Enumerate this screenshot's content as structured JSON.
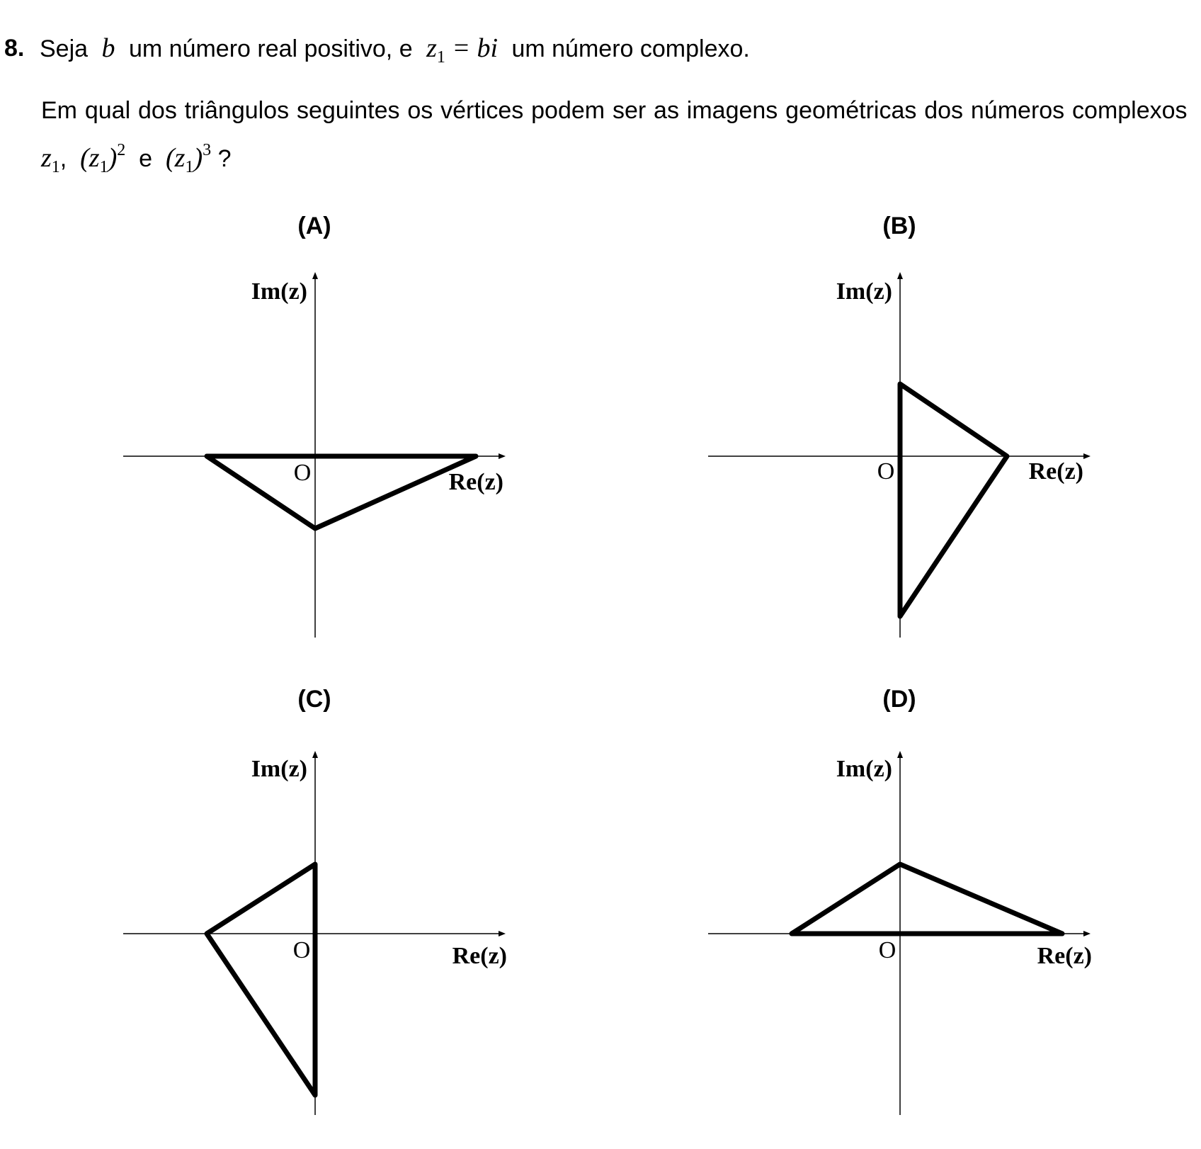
{
  "question": {
    "number": "8.",
    "line1_part1": "Seja",
    "var_b": "b",
    "line1_part2": "um número real positivo, e",
    "z1_base": "z",
    "z1_sub": "1",
    "z1_eq": "= bi",
    "line1_part3": "um número complexo.",
    "line2_text": "Em qual dos triângulos seguintes os vértices podem ser as imagens geométricas dos números complexos",
    "z1_term": "z",
    "z1_term_sub": "1",
    "comma": ",",
    "sq_term_open": "(z",
    "sq_term_sub": "1",
    "sq_term_close": ")",
    "sq_exp": "2",
    "conj": "e",
    "cube_term_open": "(z",
    "cube_term_sub": "1",
    "cube_term_close": ")",
    "cube_exp": "3",
    "qmark": "?"
  },
  "options": [
    {
      "label": "(A)",
      "im_label": "Im(z)",
      "re_label": "Re(z)",
      "origin_label": "O",
      "triangle": [
        [
          -1,
          0
        ],
        [
          1.5,
          0
        ],
        [
          0,
          -0.67
        ]
      ]
    },
    {
      "label": "(B)",
      "im_label": "Im(z)",
      "re_label": "Re(z)",
      "origin_label": "O",
      "triangle": [
        [
          0,
          0.67
        ],
        [
          1,
          0
        ],
        [
          0,
          -1.5
        ]
      ]
    },
    {
      "label": "(C)",
      "im_label": "Im(z)",
      "re_label": "Re(z)",
      "origin_label": "O",
      "triangle": [
        [
          0,
          0.67
        ],
        [
          -1,
          0
        ],
        [
          0,
          -1.5
        ]
      ]
    },
    {
      "label": "(D)",
      "im_label": "Im(z)",
      "re_label": "Re(z)",
      "origin_label": "O",
      "triangle": [
        [
          -1,
          0
        ],
        [
          0,
          0.67
        ],
        [
          1.5,
          0
        ]
      ]
    }
  ]
}
